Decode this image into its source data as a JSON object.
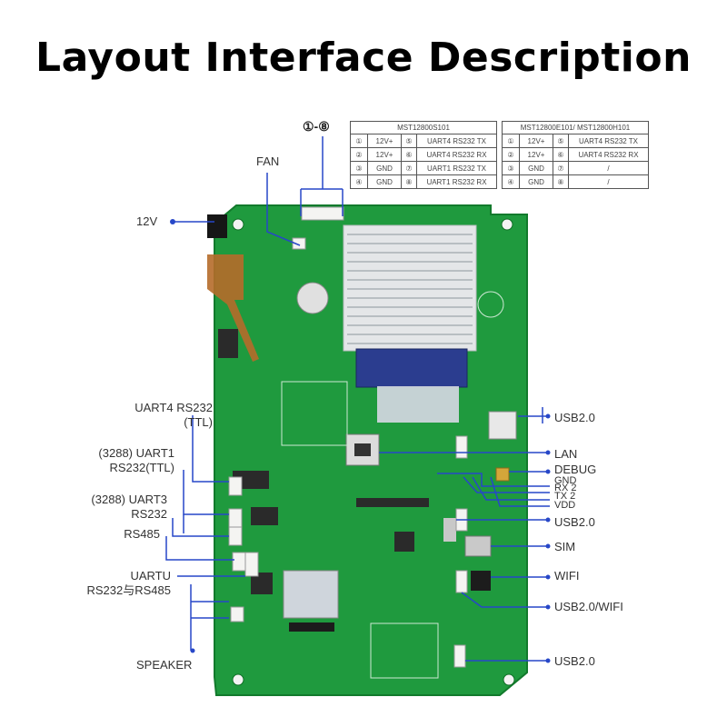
{
  "title": "Layout Interface Description",
  "pin_marker": "①-⑧",
  "tables": [
    {
      "header": "MST12800S101",
      "rows": [
        [
          "①",
          "12V+",
          "⑤",
          "UART4 RS232 TX"
        ],
        [
          "②",
          "12V+",
          "⑥",
          "UART4 RS232 RX"
        ],
        [
          "③",
          "GND",
          "⑦",
          "UART1 RS232 TX"
        ],
        [
          "④",
          "GND",
          "⑧",
          "UART1 RS232 RX"
        ]
      ]
    },
    {
      "header": "MST12800E101/ MST12800H101",
      "rows": [
        [
          "①",
          "12V+",
          "⑤",
          "UART4 RS232 TX"
        ],
        [
          "②",
          "12V+",
          "⑥",
          "UART4 RS232 RX"
        ],
        [
          "③",
          "GND",
          "⑦",
          "/"
        ],
        [
          "④",
          "GND",
          "⑧",
          "/"
        ]
      ]
    }
  ],
  "labels": {
    "fan": "FAN",
    "v12": "12V",
    "uart4_l1": "UART4 RS232",
    "uart4_l2": "(TTL)",
    "uart1_l1": "(3288) UART1",
    "uart1_l2": "RS232(TTL)",
    "uart3_l1": "(3288) UART3",
    "uart3_l2": "RS232",
    "rs485": "RS485",
    "uartu_l1": "UARTU",
    "uartu_l2": "RS232与RS485",
    "speaker": "SPEAKER",
    "usb_top": "USB2.0",
    "lan": "LAN",
    "debug": "DEBUG",
    "gnd": "GND",
    "rx2": "RX 2",
    "tx2": "TX 2",
    "vdd": "VDD",
    "usb_mid": "USB2.0",
    "sim": "SIM",
    "wifi": "WIFI",
    "usb_wifi": "USB2.0/WIFI",
    "usb_bottom": "USB2.0"
  },
  "colors": {
    "pcb": "#1f9a3e",
    "pcb_dark": "#127a2c",
    "leader": "#2747c8",
    "heatsink": "#e4e6e8",
    "connector": "#f4f4f2",
    "chip": "#2a2a2a",
    "flex": "#b56b2a"
  }
}
